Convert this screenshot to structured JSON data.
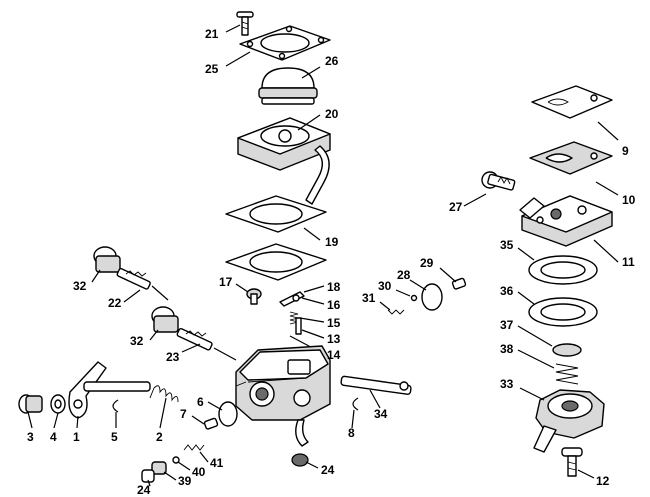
{
  "labels": {
    "p21": "21",
    "p25": "25",
    "p26": "26",
    "p20": "20",
    "p19": "19",
    "p18": "18",
    "p16": "16",
    "p15": "15",
    "p13": "13",
    "p14": "14",
    "p17": "17",
    "p32a": "32",
    "p22": "22",
    "p32b": "32",
    "p23": "23",
    "p3": "3",
    "p4": "4",
    "p1": "1",
    "p5": "5",
    "p2": "2",
    "p7": "7",
    "p6": "6",
    "p41": "41",
    "p40": "40",
    "p39": "39",
    "p24a": "24",
    "p24b": "24",
    "p8": "8",
    "p34": "34",
    "p28": "28",
    "p29": "29",
    "p30": "30",
    "p31": "31",
    "p9": "9",
    "p27": "27",
    "p10": "10",
    "p11": "11",
    "p35": "35",
    "p36": "36",
    "p37": "37",
    "p38": "38",
    "p33": "33",
    "p12": "12"
  },
  "colors": {
    "line": "#000000",
    "background": "#ffffff",
    "shade": "#d9d9d9"
  }
}
